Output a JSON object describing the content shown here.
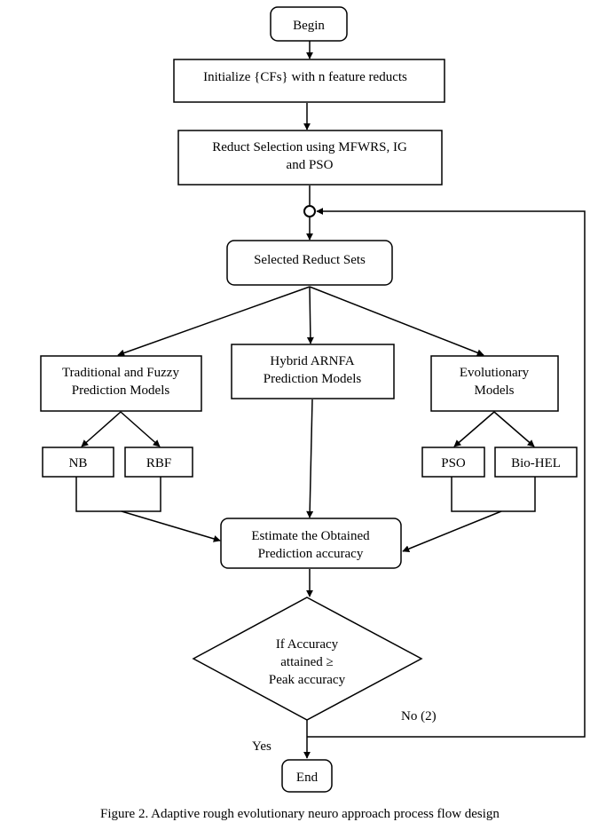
{
  "nodes": {
    "begin": "Begin",
    "init": "Initialize {CFs} with n feature reducts",
    "reduct_selection": [
      "Reduct Selection using MFWRS, IG",
      "and PSO"
    ],
    "selected_sets": "Selected Reduct Sets",
    "traditional": [
      "Traditional and Fuzzy",
      "Prediction Models"
    ],
    "hybrid": [
      "Hybrid ARNFA",
      "Prediction Models"
    ],
    "evolutionary": [
      "Evolutionary",
      "Models"
    ],
    "nb": "NB",
    "rbf": "RBF",
    "pso": "PSO",
    "biohel": "Bio-HEL",
    "estimate": [
      "Estimate the Obtained",
      "Prediction accuracy"
    ],
    "decision": [
      "If Accuracy",
      "attained ≥",
      "Peak accuracy"
    ],
    "end": "End"
  },
  "edge_labels": {
    "no": "No (2)",
    "yes": "Yes"
  },
  "caption": "Figure 2. Adaptive rough evolutionary neuro approach process flow design"
}
